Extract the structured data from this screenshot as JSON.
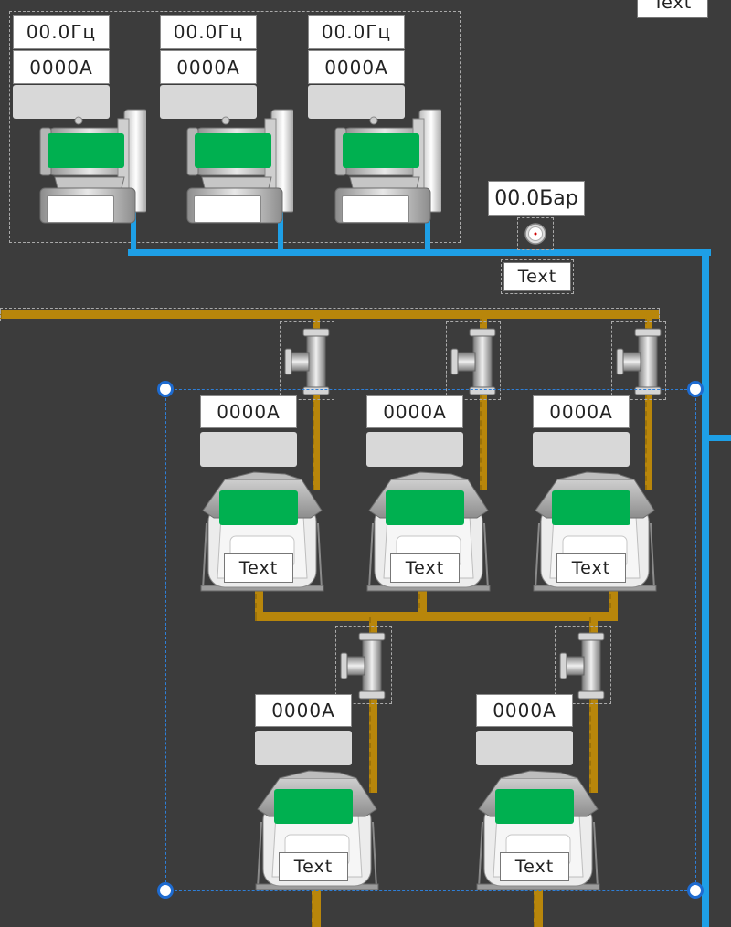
{
  "top_right_label": "Text",
  "pumps": [
    {
      "frequency": "00.0Гц",
      "current": "0000A"
    },
    {
      "frequency": "00.0Гц",
      "current": "0000A"
    },
    {
      "frequency": "00.0Гц",
      "current": "0000A"
    }
  ],
  "pressure": {
    "value": "00.0Бар",
    "label": "Text"
  },
  "burners_row1": [
    {
      "current": "0000A",
      "label": "Text"
    },
    {
      "current": "0000A",
      "label": "Text"
    },
    {
      "current": "0000A",
      "label": "Text"
    }
  ],
  "burners_row2": [
    {
      "current": "0000A",
      "label": "Text"
    },
    {
      "current": "0000A",
      "label": "Text"
    }
  ],
  "colors": {
    "background": "#3c3c3c",
    "water_pipe": "#1e9fe6",
    "gas_pipe": "#b8860b",
    "status_green": "#00b050",
    "selection": "#1e6bd0"
  }
}
